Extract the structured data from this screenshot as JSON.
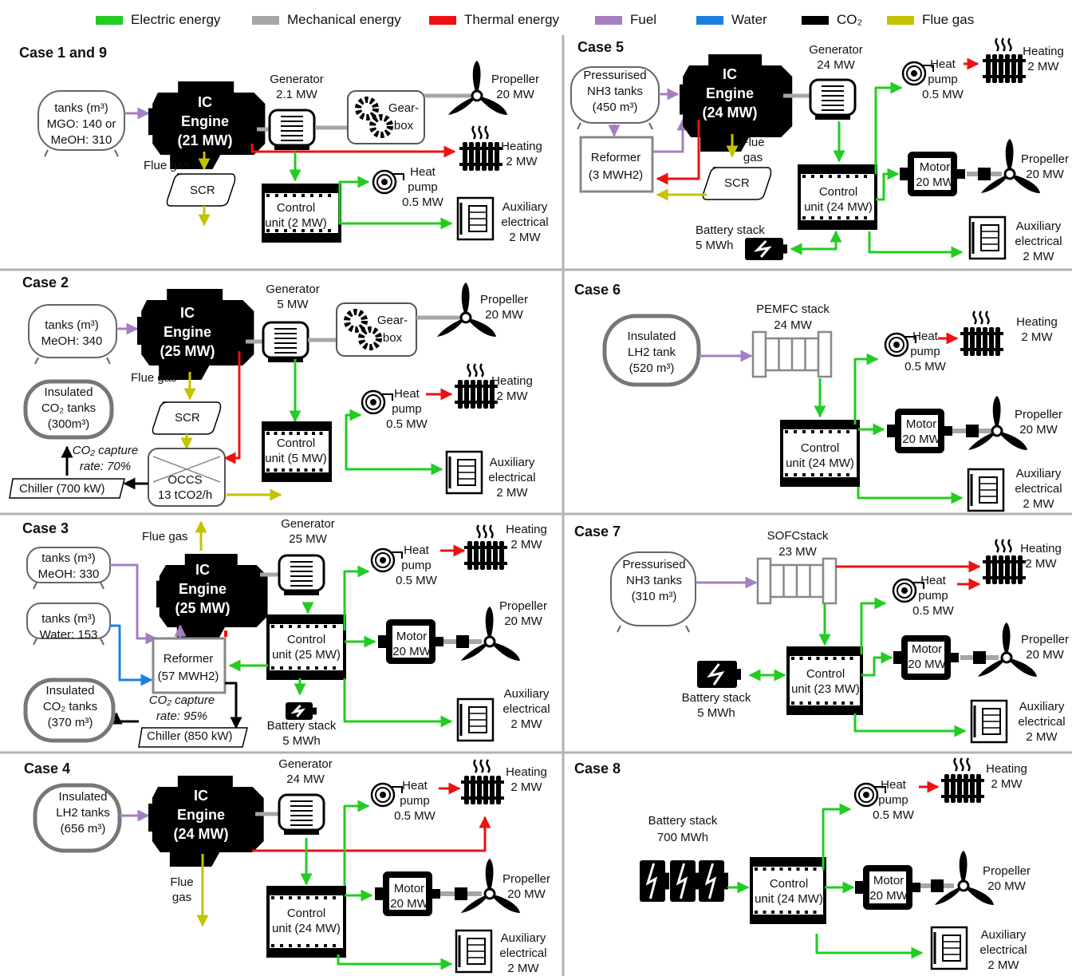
{
  "legend": [
    {
      "label": "Electric energy",
      "color": "#22cc22"
    },
    {
      "label": "Mechanical energy",
      "color": "#a6a6a6"
    },
    {
      "label": "Thermal energy",
      "color": "#ee1111"
    },
    {
      "label": "Fuel",
      "color": "#a57fc0"
    },
    {
      "label": "Water",
      "color": "#1e7fe0"
    },
    {
      "label": "CO₂",
      "color": "#000000"
    },
    {
      "label": "Flue gas",
      "color": "#c3c300"
    }
  ],
  "cases": {
    "c1": {
      "title": "Case 1 and 9",
      "tank": [
        "tanks (m³)",
        "MGO: 140 or",
        "MeOH: 310"
      ],
      "engine": [
        "IC",
        "Engine",
        "(21 MW)"
      ],
      "generator": [
        "Generator",
        "2.1 MW"
      ],
      "gearbox": [
        "Gear-",
        "box"
      ],
      "propeller": [
        "Propeller",
        "20 MW"
      ],
      "flue": "Flue gas",
      "scr": "SCR",
      "control": [
        "Control",
        "unit (2 MW)"
      ],
      "heatpump": [
        "Heat",
        "pump",
        "0.5 MW"
      ],
      "heating": [
        "Heating",
        "2 MW"
      ],
      "aux": [
        "Auxiliary",
        "electrical",
        "2 MW"
      ]
    },
    "c2": {
      "title": "Case 2",
      "tank": [
        "tanks (m³)",
        "MeOH: 340"
      ],
      "co2tank": [
        "Insulated",
        "CO₂ tanks",
        "(300m³)"
      ],
      "engine": [
        "IC",
        "Engine",
        "(25 MW)"
      ],
      "generator": [
        "Generator",
        "5 MW"
      ],
      "gearbox": [
        "Gear-",
        "box"
      ],
      "propeller": [
        "Propeller",
        "20 MW"
      ],
      "flue": "Flue gas",
      "scr": "SCR",
      "control": [
        "Control",
        "unit (5 MW)"
      ],
      "heatpump": [
        "Heat",
        "pump",
        "0.5 MW"
      ],
      "heating": [
        "Heating",
        "2 MW"
      ],
      "capture": [
        "CO₂ capture",
        "rate: 70%"
      ],
      "chiller": "Chiller (700 kW)",
      "occs": [
        "OCCS",
        "13 tCO2/h"
      ],
      "aux": [
        "Auxiliary",
        "electrical",
        "2 MW"
      ]
    },
    "c3": {
      "title": "Case 3",
      "tank": [
        "tanks (m³)",
        "MeOH: 330"
      ],
      "water": [
        "tanks (m³)",
        "Water: 153"
      ],
      "co2tank": [
        "Insulated",
        "CO₂ tanks",
        "(370 m³)"
      ],
      "flue": "Flue gas",
      "engine": [
        "IC",
        "Engine",
        "(25 MW)"
      ],
      "generator": [
        "Generator",
        "25 MW"
      ],
      "reformer": [
        "Reformer",
        "(57 MWH2)"
      ],
      "capture": [
        "CO₂ capture",
        "rate: 95%"
      ],
      "chiller": "Chiller (850 kW)",
      "control": [
        "Control",
        "unit (25 MW)"
      ],
      "battery": [
        "Battery stack",
        "5 MWh"
      ],
      "motor": [
        "Motor",
        "20 MW"
      ],
      "heatpump": [
        "Heat",
        "pump",
        "0.5 MW"
      ],
      "heating": [
        "Heating",
        "2 MW"
      ],
      "propeller": [
        "Propeller",
        "20 MW"
      ],
      "aux": [
        "Auxiliary",
        "electrical",
        "2 MW"
      ]
    },
    "c4": {
      "title": "Case 4",
      "tank": [
        "Insulated",
        "LH2 tanks",
        "(656 m³)"
      ],
      "engine": [
        "IC",
        "Engine",
        "(24 MW)"
      ],
      "generator": [
        "Generator",
        "24 MW"
      ],
      "flue": [
        "Flue",
        "gas"
      ],
      "control": [
        "Control",
        "unit (24 MW)"
      ],
      "motor": [
        "Motor",
        "20 MW"
      ],
      "heatpump": [
        "Heat",
        "pump",
        "0.5 MW"
      ],
      "heating": [
        "Heating",
        "2 MW"
      ],
      "propeller": [
        "Propeller",
        "20 MW"
      ],
      "aux": [
        "Auxiliary",
        "electrical",
        "2 MW"
      ]
    },
    "c5": {
      "title": "Case 5",
      "tank": [
        "Pressurised",
        "NH3 tanks",
        "(450 m³)"
      ],
      "reformer": [
        "Reformer",
        "(3 MWH2)"
      ],
      "engine": [
        "IC",
        "Engine",
        "(24 MW)"
      ],
      "generator": [
        "Generator",
        "24 MW"
      ],
      "flue": [
        "Flue",
        "gas"
      ],
      "scr": "SCR",
      "control": [
        "Control",
        "unit (24 MW)"
      ],
      "battery": [
        "Battery stack",
        "5 MWh"
      ],
      "motor": [
        "Motor",
        "20 MW"
      ],
      "heatpump": [
        "Heat",
        "pump",
        "0.5 MW"
      ],
      "heating": [
        "Heating",
        "2 MW"
      ],
      "propeller": [
        "Propeller",
        "20 MW"
      ],
      "aux": [
        "Auxiliary",
        "electrical",
        "2 MW"
      ]
    },
    "c6": {
      "title": "Case 6",
      "tank": [
        "Insulated",
        "LH2 tank",
        "(520 m³)"
      ],
      "stack": [
        "PEMFC stack",
        "24 MW"
      ],
      "control": [
        "Control",
        "unit (24 MW)"
      ],
      "motor": [
        "Motor",
        "20 MW"
      ],
      "heatpump": [
        "Heat",
        "pump",
        "0.5 MW"
      ],
      "heating": [
        "Heating",
        "2 MW"
      ],
      "propeller": [
        "Propeller",
        "20 MW"
      ],
      "aux": [
        "Auxiliary",
        "electrical",
        "2 MW"
      ]
    },
    "c7": {
      "title": "Case 7",
      "tank": [
        "Pressurised",
        "NH3 tanks",
        "(310 m³)"
      ],
      "stack": [
        "SOFCstack",
        "23 MW"
      ],
      "control": [
        "Control",
        "unit (23 MW)"
      ],
      "battery": [
        "Battery stack",
        "5 MWh"
      ],
      "motor": [
        "Motor",
        "20 MW"
      ],
      "heatpump": [
        "Heat",
        "pump",
        "0.5 MW"
      ],
      "heating": [
        "Heating",
        "2 MW"
      ],
      "propeller": [
        "Propeller",
        "20 MW"
      ],
      "aux": [
        "Auxiliary",
        "electrical",
        "2 MW"
      ]
    },
    "c8": {
      "title": "Case 8",
      "battery": [
        "Battery stack",
        "700 MWh"
      ],
      "control": [
        "Control",
        "unit (24 MW)"
      ],
      "motor": [
        "Motor",
        "20 MW"
      ],
      "heatpump": [
        "Heat",
        "pump",
        "0.5 MW"
      ],
      "heating": [
        "Heating",
        "2 MW"
      ],
      "propeller": [
        "Propeller",
        "20 MW"
      ],
      "aux": [
        "Auxiliary",
        "electrical",
        "2 MW"
      ]
    }
  }
}
